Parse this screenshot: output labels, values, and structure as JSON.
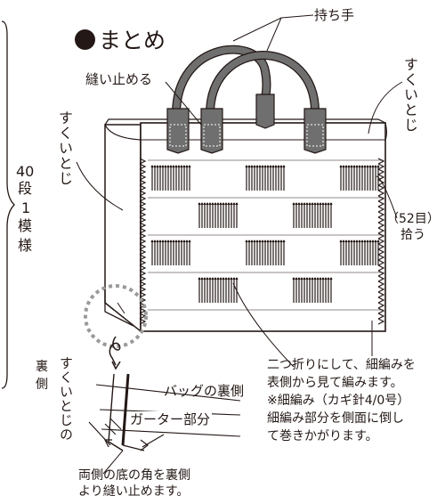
{
  "title": "まとめ",
  "labels": {
    "handle": "持ち手",
    "sew_stop": "縫い止める",
    "sukui_right": "すくいとじ",
    "sukui_left": "すくいとじ",
    "rows_40": "40",
    "dan": "段",
    "one_pattern_1": "1",
    "one_pattern_2": "模",
    "one_pattern_3": "様",
    "pickup_count": "（52目）",
    "pickup": "拾う",
    "back_side_1": "裏",
    "back_side_2": "側",
    "sukui_detail": "すくいとじの",
    "bag_back": "バッグの裏側",
    "garter_part": "ガーター部分",
    "corner_note_1": "両側の底の角を裏側",
    "corner_note_2": "より縫い止めます。",
    "fold_note_1": "二つ折りにして、細編みを",
    "fold_note_2": "表側から見て編みます。",
    "fold_note_3": "※細編み（カギ針4/0号）",
    "fold_note_4": "細編み部分を側面に倒し",
    "fold_note_5": "て巻きかがります。"
  },
  "colors": {
    "ink": "#231815",
    "handle": "#6f6f6f",
    "handle_dark": "#4a4a4a",
    "dashed_circle": "#9a9a9a"
  }
}
